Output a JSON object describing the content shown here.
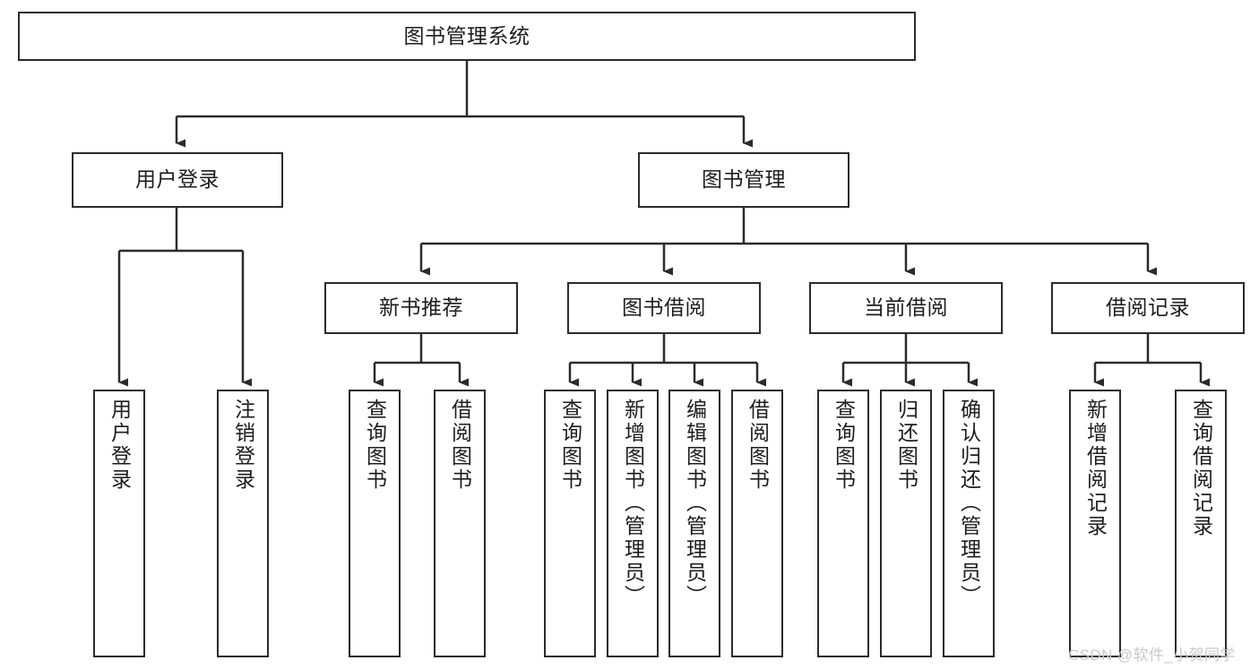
{
  "diagram": {
    "title": "图书管理系统",
    "type": "tree-hierarchy-flowchart",
    "watermark": "CSDN @软件_小贺同学",
    "colors": {
      "stroke": "#2b2b2b",
      "fill": "#ffffff",
      "text": "#1d1d1d",
      "watermark": "#c9c9c9"
    },
    "root": {
      "label": "图书管理系统"
    },
    "level1": [
      {
        "label": "用户登录"
      },
      {
        "label": "图书管理"
      }
    ],
    "level2": [
      {
        "label": "新书推荐"
      },
      {
        "label": "图书借阅"
      },
      {
        "label": "当前借阅"
      },
      {
        "label": "借阅记录"
      }
    ],
    "leaves": {
      "user_login": [
        {
          "label": "用户登录"
        },
        {
          "label": "注销登录"
        }
      ],
      "new_book_recommend": [
        {
          "label": "查询图书"
        },
        {
          "label": "借阅图书"
        }
      ],
      "book_borrow": [
        {
          "label": "查询图书"
        },
        {
          "label": "新增图书（管理员）"
        },
        {
          "label": "编辑图书（管理员）"
        },
        {
          "label": "借阅图书"
        }
      ],
      "current_borrow": [
        {
          "label": "查询图书"
        },
        {
          "label": "归还图书"
        },
        {
          "label": "确认归还（管理员）"
        }
      ],
      "borrow_record": [
        {
          "label": "新增借阅记录"
        },
        {
          "label": "查询借阅记录"
        }
      ]
    }
  }
}
